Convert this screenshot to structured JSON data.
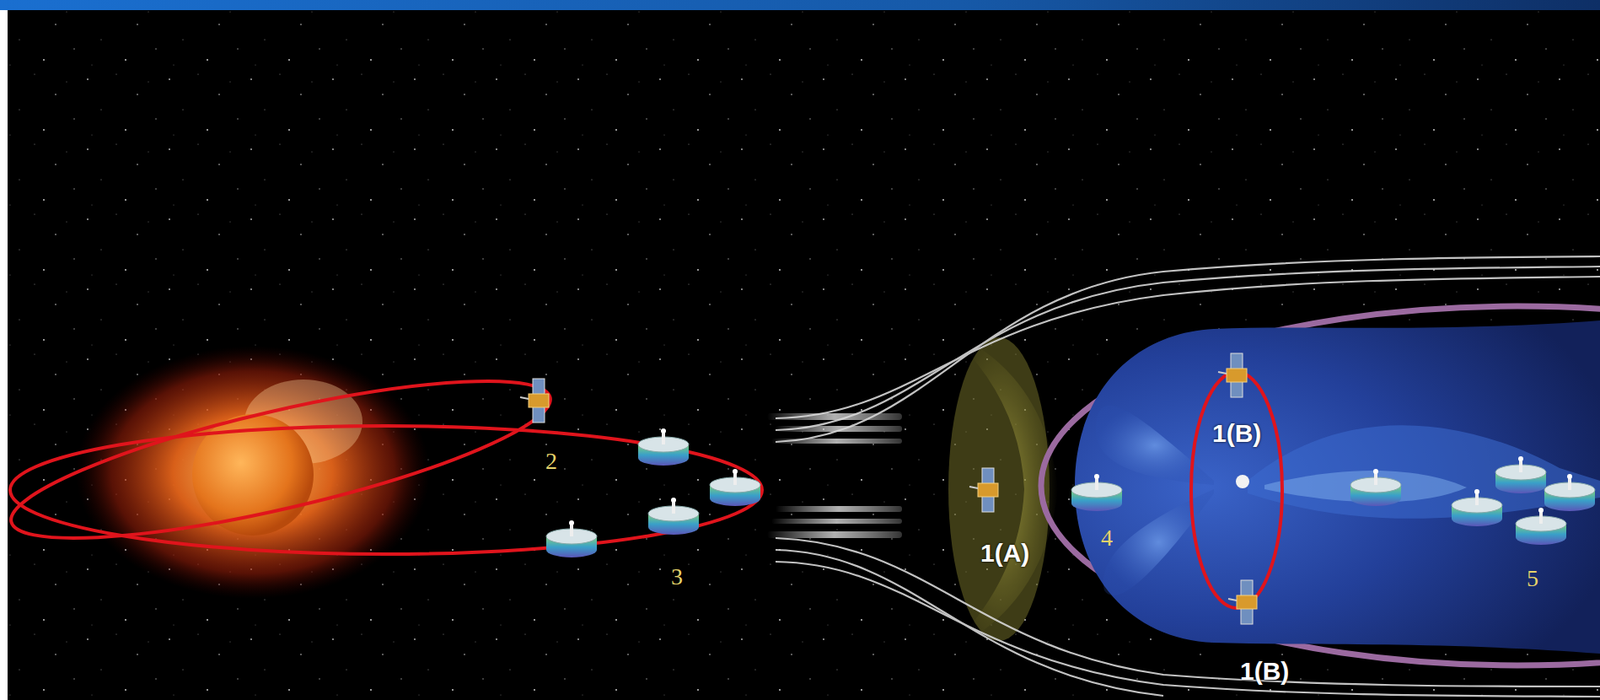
{
  "diagram": {
    "labels": [
      "2",
      "3",
      "1(A)",
      "4",
      "1(B)",
      "1(B)",
      "5"
    ]
  }
}
